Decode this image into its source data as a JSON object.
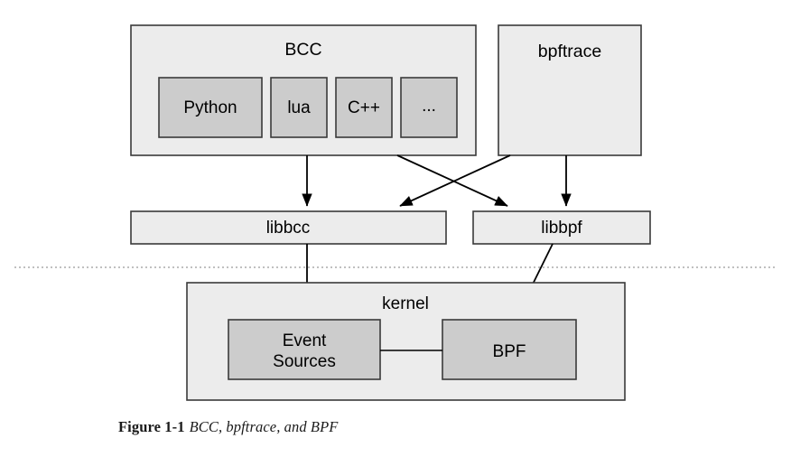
{
  "figure": {
    "caption_number": "Figure 1-1",
    "caption_title": "BCC, bpftrace, and BPF",
    "background_color": "#ffffff",
    "outer_box_fill": "#ececec",
    "inner_box_fill": "#cccccc",
    "border_color": "#3a3a3a",
    "edge_color": "#000000",
    "divider_color": "#9a9a9a"
  },
  "nodes": {
    "bcc": {
      "label": "BCC",
      "children": [
        {
          "label": "Python"
        },
        {
          "label": "lua"
        },
        {
          "label": "C++"
        },
        {
          "label": "..."
        }
      ]
    },
    "bpftrace": {
      "label": "bpftrace"
    },
    "libbcc": {
      "label": "libbcc"
    },
    "libbpf": {
      "label": "libbpf"
    },
    "kernel": {
      "label": "kernel",
      "children": [
        {
          "label_line1": "Event",
          "label_line2": "Sources"
        },
        {
          "label": "BPF"
        }
      ]
    }
  },
  "edges": [
    {
      "from": "bcc",
      "to": "libbcc",
      "style": "arrow"
    },
    {
      "from": "bcc",
      "to": "libbpf",
      "style": "arrow"
    },
    {
      "from": "bpftrace",
      "to": "libbcc",
      "style": "arrow"
    },
    {
      "from": "bpftrace",
      "to": "libbpf",
      "style": "arrow"
    },
    {
      "from": "libbcc",
      "to": "event-sources",
      "style": "arrow"
    },
    {
      "from": "libbpf",
      "to": "bpf",
      "style": "arrow"
    },
    {
      "from": "event-sources",
      "to": "bpf",
      "style": "line"
    }
  ]
}
